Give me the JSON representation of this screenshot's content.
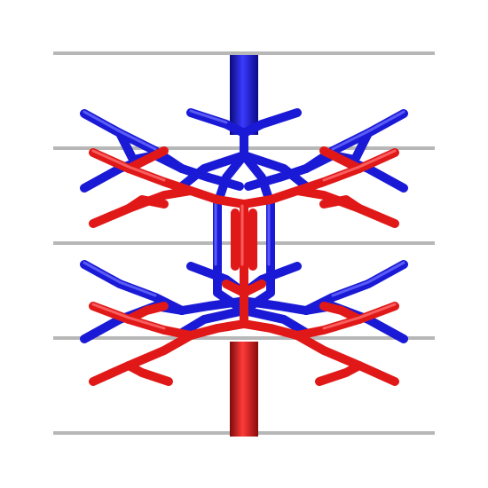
{
  "figure": {
    "background": "#ffffff",
    "plane_color": "#b7b7b7",
    "colors": {
      "blue": "#1a1ad6",
      "blue_dark": "#0a0a7a",
      "blue_light": "#6a6aff",
      "red": "#e01818",
      "red_dark": "#7a0a0a",
      "red_light": "#ff7070"
    },
    "planes": 5,
    "networks": [
      {
        "name": "blue",
        "color_key": "blue"
      },
      {
        "name": "red",
        "color_key": "red"
      }
    ]
  }
}
